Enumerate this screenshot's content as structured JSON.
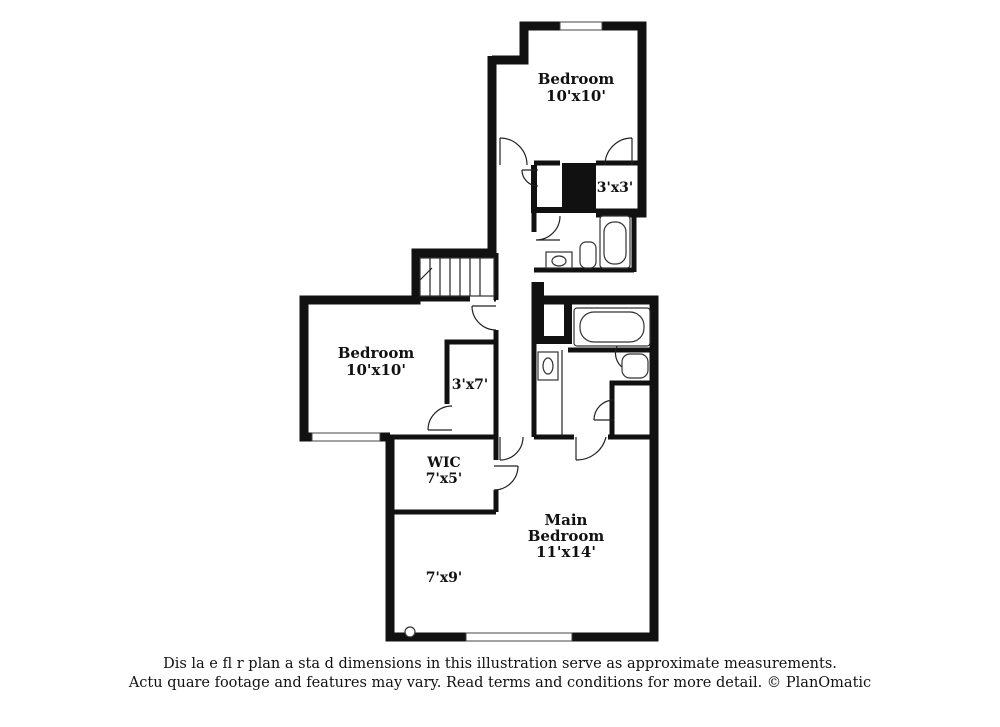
{
  "rooms": {
    "bedroom_top": {
      "name": "Bedroom",
      "size": "10'x10'"
    },
    "closet_top": {
      "size": "3'x3'"
    },
    "bedroom_left": {
      "name": "Bedroom",
      "size": "10'x10'"
    },
    "closet_left": {
      "size": "3'x7'"
    },
    "wic": {
      "name": "WIC",
      "size": "7'x5'"
    },
    "main_bedroom": {
      "name_line1": "Main",
      "name_line2": "Bedroom",
      "size": "11'x14'"
    },
    "area_7x9": {
      "size": "7'x9'"
    }
  },
  "disclaimer": {
    "line1": "Dis          la      e fl    r plan a    sta   d dimensions in this illustration serve as approximate measurements.",
    "line2": "Actu      quare footage and features may vary. Read terms and conditions for more detail. © PlanOmatic"
  }
}
